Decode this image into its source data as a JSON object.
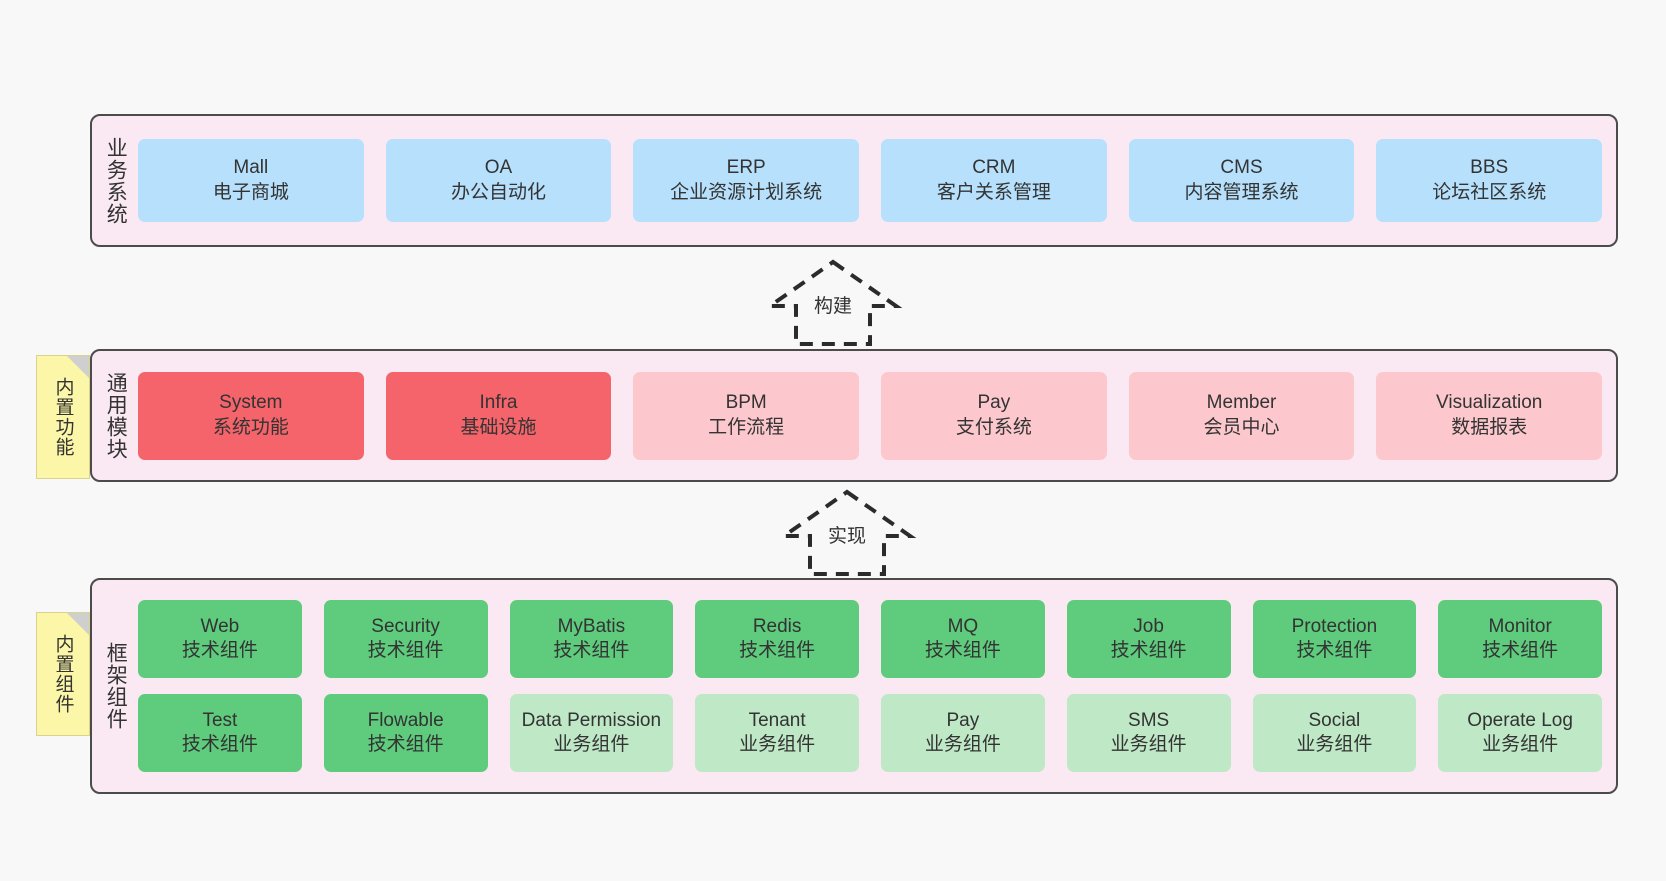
{
  "diagram": {
    "background_color": "#f8f8f8",
    "panel_color": "#fae9f3",
    "panel_border_color": "#4b4b4b",
    "note_color": "#fcf7a8"
  },
  "layers": [
    {
      "id": "business-system",
      "title": "业务系统",
      "rows": [
        {
          "cards": [
            {
              "name": "Mall",
              "desc": "电子商城",
              "style": "biz"
            },
            {
              "name": "OA",
              "desc": "办公自动化",
              "style": "biz"
            },
            {
              "name": "ERP",
              "desc": "企业资源计划系统",
              "style": "biz"
            },
            {
              "name": "CRM",
              "desc": "客户关系管理",
              "style": "biz"
            },
            {
              "name": "CMS",
              "desc": "内容管理系统",
              "style": "biz"
            },
            {
              "name": "BBS",
              "desc": "论坛社区系统",
              "style": "biz"
            }
          ]
        }
      ]
    },
    {
      "id": "common-modules",
      "title": "通用模块",
      "note": "内置功能",
      "rows": [
        {
          "cards": [
            {
              "name": "System",
              "desc": "系统功能",
              "style": "mod-on"
            },
            {
              "name": "Infra",
              "desc": "基础设施",
              "style": "mod-on"
            },
            {
              "name": "BPM",
              "desc": "工作流程",
              "style": "mod-off"
            },
            {
              "name": "Pay",
              "desc": "支付系统",
              "style": "mod-off"
            },
            {
              "name": "Member",
              "desc": "会员中心",
              "style": "mod-off"
            },
            {
              "name": "Visualization",
              "desc": "数据报表",
              "style": "mod-off"
            }
          ]
        }
      ]
    },
    {
      "id": "framework-components",
      "title": "框架组件",
      "note": "内置组件",
      "rows": [
        {
          "cards": [
            {
              "name": "Web",
              "desc": "技术组件",
              "style": "tech"
            },
            {
              "name": "Security",
              "desc": "技术组件",
              "style": "tech"
            },
            {
              "name": "MyBatis",
              "desc": "技术组件",
              "style": "tech"
            },
            {
              "name": "Redis",
              "desc": "技术组件",
              "style": "tech"
            },
            {
              "name": "MQ",
              "desc": "技术组件",
              "style": "tech"
            },
            {
              "name": "Job",
              "desc": "技术组件",
              "style": "tech"
            },
            {
              "name": "Protection",
              "desc": "技术组件",
              "style": "tech"
            },
            {
              "name": "Monitor",
              "desc": "技术组件",
              "style": "tech"
            }
          ]
        },
        {
          "cards": [
            {
              "name": "Test",
              "desc": "技术组件",
              "style": "tech"
            },
            {
              "name": "Flowable",
              "desc": "技术组件",
              "style": "tech"
            },
            {
              "name": "Data Permission",
              "desc": "业务组件",
              "style": "busi"
            },
            {
              "name": "Tenant",
              "desc": "业务组件",
              "style": "busi"
            },
            {
              "name": "Pay",
              "desc": "业务组件",
              "style": "busi"
            },
            {
              "name": "SMS",
              "desc": "业务组件",
              "style": "busi"
            },
            {
              "name": "Social",
              "desc": "业务组件",
              "style": "busi"
            },
            {
              "name": "Operate Log",
              "desc": "业务组件",
              "style": "busi"
            }
          ]
        }
      ]
    }
  ],
  "connectors": [
    {
      "id": "build",
      "label": "构建",
      "from": "common-modules",
      "to": "business-system"
    },
    {
      "id": "realize",
      "label": "实现",
      "from": "framework-components",
      "to": "common-modules"
    }
  ]
}
